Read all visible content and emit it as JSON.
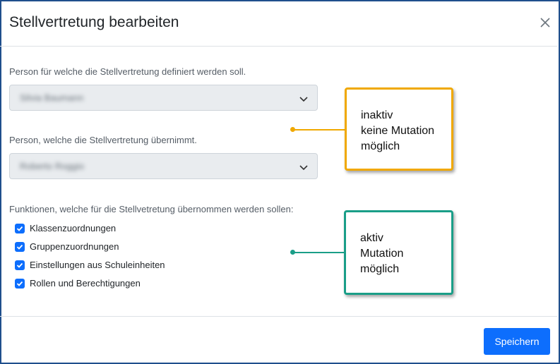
{
  "dialog": {
    "title": "Stellvertretung bearbeiten",
    "close_icon": "close-icon"
  },
  "form": {
    "person_label": "Person für welche die Stellvertretung definiert werden soll.",
    "person_value": "Silvia Baumann",
    "substitute_label": "Person, welche die Stellvertretung übernimmt.",
    "substitute_value": "Roberto Roggio",
    "functions_label": "Funktionen, welche für die Stellvetretung übernommen werden sollen:",
    "functions": [
      {
        "label": "Klassenzuordnungen",
        "checked": true
      },
      {
        "label": "Gruppenzuordnungen",
        "checked": true
      },
      {
        "label": "Einstellungen aus Schuleinheiten",
        "checked": true
      },
      {
        "label": "Rollen und Berechtigungen",
        "checked": true
      }
    ]
  },
  "footer": {
    "save_label": "Speichern"
  },
  "annotations": {
    "inactive": {
      "lines": [
        "inaktiv",
        "keine Mutation",
        "möglich"
      ],
      "color": "#f0a800"
    },
    "active": {
      "lines": [
        "aktiv",
        "Mutation",
        "möglich"
      ],
      "color": "#1a9e88"
    }
  },
  "colors": {
    "accent": "#0d6efd",
    "frame": "#1f4e8c",
    "disabled_bg": "#e9ecef"
  }
}
